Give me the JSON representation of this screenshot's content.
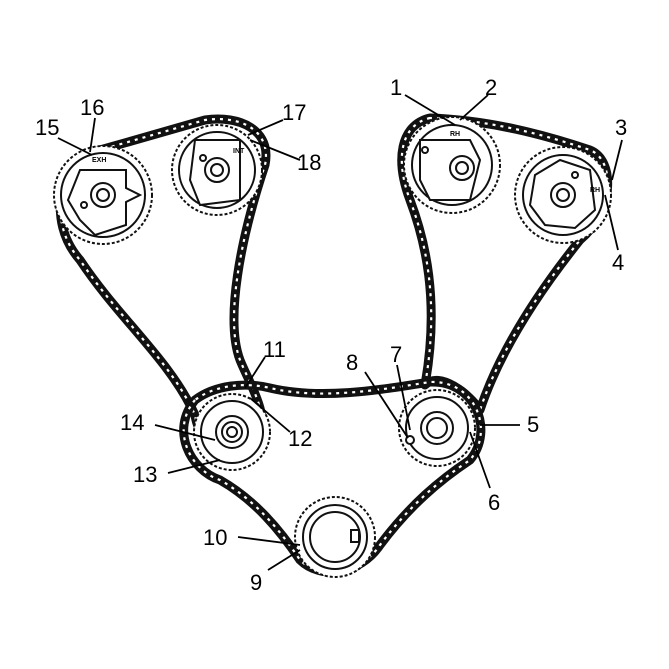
{
  "callouts": [
    "1",
    "2",
    "3",
    "4",
    "5",
    "6",
    "7",
    "8",
    "9",
    "10",
    "11",
    "12",
    "13",
    "14",
    "15",
    "16",
    "17",
    "18"
  ],
  "sprocket_marks": {
    "left_exhaust": "EXH",
    "left_intake": "INT",
    "right_intake": "RH",
    "right_exhaust": "RH"
  }
}
